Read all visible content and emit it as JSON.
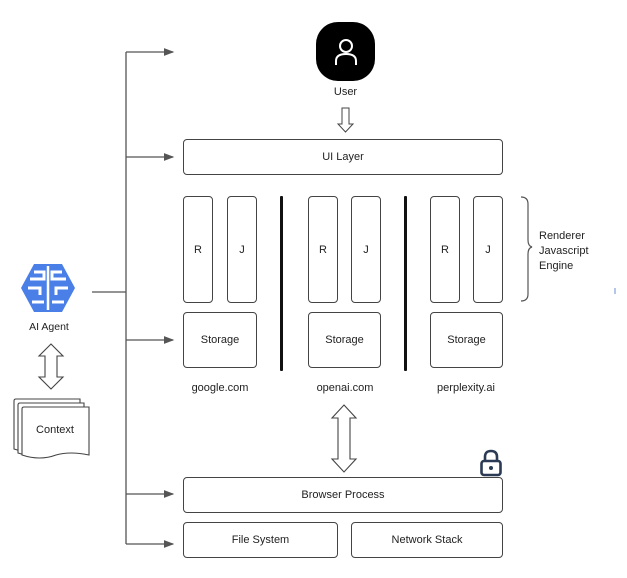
{
  "user": {
    "label": "User",
    "icon": "user-icon"
  },
  "ui_layer": {
    "label": "UI Layer"
  },
  "sites": [
    {
      "renderer": "R",
      "js": "J",
      "storage": "Storage",
      "domain": "google.com"
    },
    {
      "renderer": "R",
      "js": "J",
      "storage": "Storage",
      "domain": "openai.com"
    },
    {
      "renderer": "R",
      "js": "J",
      "storage": "Storage",
      "domain": "perplexity.ai"
    }
  ],
  "brace_label": {
    "line1": "Renderer",
    "line2": "Javascript",
    "line3": "Engine"
  },
  "agent": {
    "label": "AI Agent",
    "icon": "brain-icon",
    "color": "#4a7fe8"
  },
  "context": {
    "label": "Context"
  },
  "browser_process": {
    "label": "Browser Process",
    "lock_icon": "lock-icon",
    "lock_color": "#2b3a55"
  },
  "file_system": {
    "label": "File System"
  },
  "network_stack": {
    "label": "Network Stack"
  }
}
